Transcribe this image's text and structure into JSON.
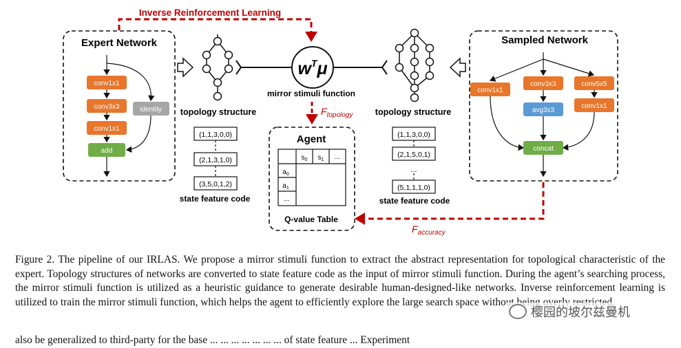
{
  "figure": {
    "irl_label": "Inverse Reinforcement Learning",
    "expert": {
      "title": "Expert Network",
      "nodes": [
        "conv1x1",
        "conv3x3",
        "conv1x1",
        "add"
      ],
      "identity": "identity"
    },
    "sampled": {
      "title": "Sampled Network",
      "branch_a": "conv1x1",
      "branch_b": [
        "conv3x3",
        "avg3x3"
      ],
      "branch_c": [
        "conv5x5",
        "conv1x1"
      ],
      "merge": "concat"
    },
    "topology_left": "topology structure",
    "topology_right": "topology structure",
    "codes_left": [
      "(1,1,3,0,0)",
      "(2,1,3,1,0)",
      "(3,5,0,1,2)"
    ],
    "codes_right": [
      "(1,1,3,0,0)",
      "(2,1,5,0,1)",
      "...",
      "(5,1,1,1,0)"
    ],
    "state_feature_left": "state feature code",
    "state_feature_right": "state feature code",
    "mirror_function": "mirror stimuli function",
    "f_topology": "F",
    "f_topology_sub": "topology",
    "f_accuracy": "F",
    "f_accuracy_sub": "accuracy",
    "agent_title": "Agent",
    "q_table_header": [
      "s",
      "s",
      "..."
    ],
    "q_table_header_sub": [
      "0",
      "1",
      ""
    ],
    "q_table_rows": [
      "a",
      "a",
      "..."
    ],
    "q_table_rows_sub": [
      "0",
      "1",
      ""
    ],
    "q_table_caption": "Q-value Table"
  },
  "caption": {
    "text": "Figure 2. The pipeline of our IRLAS. We propose a mirror stimuli function to extract the abstract representation for topological characteristic of the expert. Topology structures of networks are converted to state feature code as the input of mirror stimuli function. During the agent’s searching process, the mirror stimuli function is utilized as a heuristic guidance to generate desirable human-designed-like networks. Inverse reinforcement learning is utilized to train the mirror stimuli function, which helps the agent to efficiently explore the large search space without being overly restricted.",
    "next_line": "also be generalized to third-party for the base ... ... ... ... ... ... ... of state feature ... Experiment"
  },
  "watermark": "樱园的坡尔兹曼机",
  "colors": {
    "conv": "#e8762b",
    "identity": "#a6a6a6",
    "add": "#70ad47",
    "avg": "#5b9bd5",
    "irl_red": "#c00000"
  }
}
